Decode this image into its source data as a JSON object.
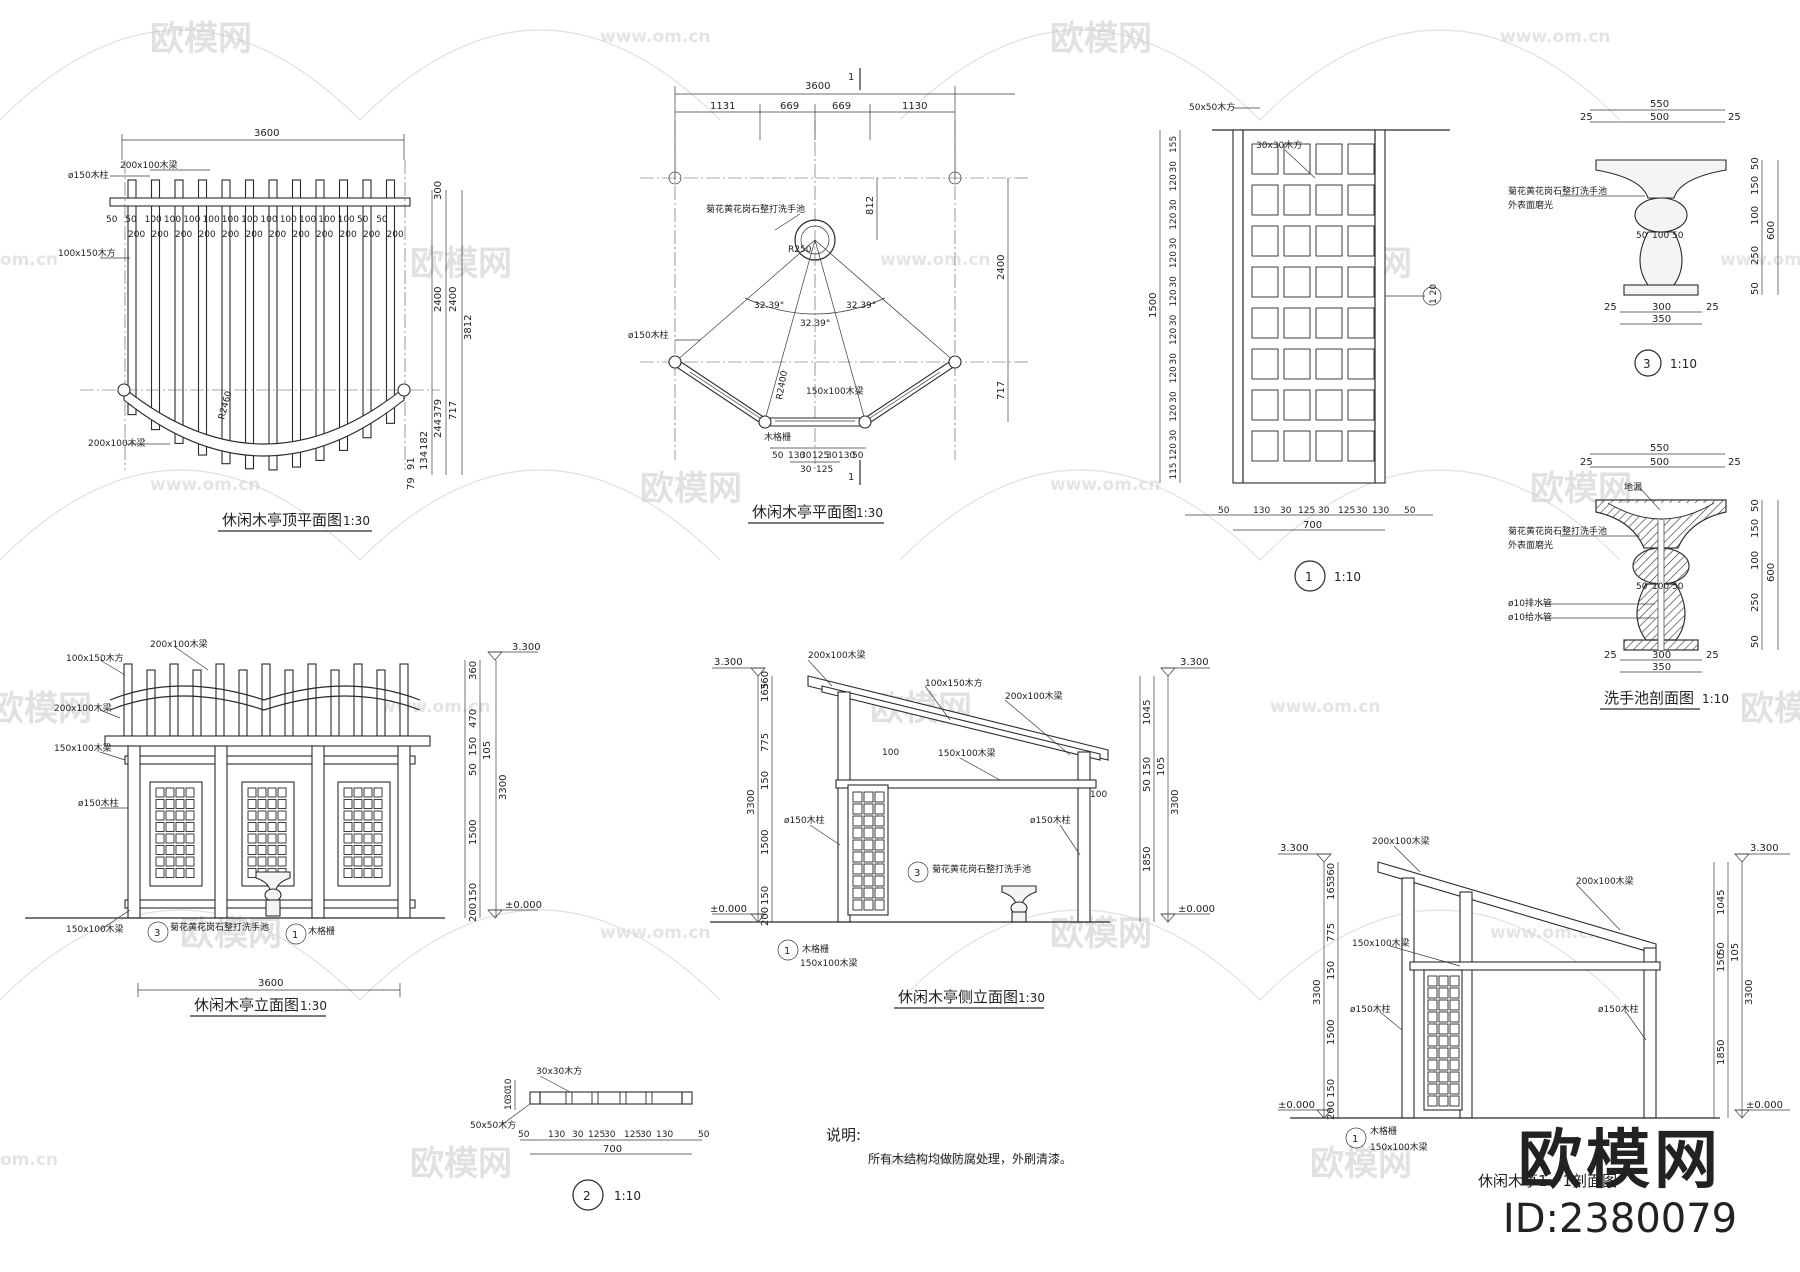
{
  "watermark": {
    "brand": "欧模网",
    "url": "www.om.cn",
    "url_partial": "om.cn"
  },
  "brand_block": {
    "logo": "欧模网",
    "id": "ID:2380079"
  },
  "top_plan": {
    "title": "休闲木亭顶平面图",
    "scale": "1:30",
    "overall": "3600",
    "top_row": [
      "50",
      "50",
      "100",
      "100",
      "100",
      "100",
      "100",
      "100",
      "100",
      "100",
      "100",
      "100",
      "100",
      "50",
      "50"
    ],
    "bottom_row": [
      "200",
      "200",
      "200",
      "200",
      "200",
      "200",
      "200",
      "200",
      "200",
      "200",
      "200",
      "200"
    ],
    "right_dims": [
      "300",
      "2400",
      "2400",
      "3812",
      "379",
      "717",
      "182",
      "244",
      "134",
      "91",
      "79"
    ],
    "labels": {
      "column": "ø150木柱",
      "beam_top": "200x100木梁",
      "purlin": "100x150木方",
      "beam_bot": "200x100木梁",
      "radius": "R2460"
    }
  },
  "floor_plan": {
    "title": "休闲木亭平面图",
    "scale": "1:30",
    "overall": "3600",
    "top_row": [
      "1131",
      "669",
      "669",
      "1130"
    ],
    "right_dims": [
      "2400",
      "717"
    ],
    "vert_812": "812",
    "angles": [
      "32.39°",
      "32.39°",
      "32.39°"
    ],
    "bottom_row": [
      "50",
      "130",
      "30",
      "125",
      "30",
      "130",
      "50"
    ],
    "bottom_row2": [
      "30",
      "125"
    ],
    "section_mark": "1",
    "labels": {
      "basin": "菊花黄花岗石整打洗手池",
      "column": "ø150木柱",
      "radius1": "R250",
      "radius2": "R2400",
      "beam": "150x100木梁",
      "seat": "木格栅"
    }
  },
  "detail1": {
    "scale_mark": "1",
    "scale": "1:10",
    "left_dims": [
      "155",
      "30",
      "120",
      "30",
      "120",
      "30",
      "120",
      "30",
      "120",
      "30",
      "120",
      "30",
      "120",
      "30",
      "120",
      "30",
      "120",
      "115"
    ],
    "total": "1500",
    "bottom_row": [
      "50",
      "130",
      "30",
      "125",
      "30",
      "125",
      "30",
      "130",
      "50"
    ],
    "overall": "700",
    "labels": {
      "frame": "50x50木方",
      "bars": "30x30木方"
    },
    "callout_ref": "1 20"
  },
  "detail3": {
    "mark": "3",
    "scale": "1:10",
    "top_dims": [
      "550",
      "500",
      "25",
      "25"
    ],
    "right_dims": [
      "50",
      "150",
      "100",
      "250",
      "50",
      "600"
    ],
    "mid_dims": [
      "50",
      "100",
      "50"
    ],
    "bottom_dims": [
      "25",
      "300",
      "25",
      "350"
    ],
    "labels": {
      "basin": "菊花黄花岗石整打洗手池",
      "finish": "外表面磨光"
    }
  },
  "basin_section": {
    "title": "洗手池剖面图",
    "scale": "1:10",
    "top_dims": [
      "550",
      "500",
      "25",
      "25"
    ],
    "right_dims": [
      "50",
      "150",
      "100",
      "250",
      "50",
      "600"
    ],
    "mid_dims": [
      "50",
      "100",
      "50"
    ],
    "bottom_dims": [
      "25",
      "300",
      "25",
      "350"
    ],
    "labels": {
      "drain": "地漏",
      "basin": "菊花黄花岗石整打洗手池",
      "finish": "外表面磨光",
      "pipe1": "ø10排水管",
      "pipe2": "ø10给水管"
    }
  },
  "front_elev": {
    "title": "休闲木亭立面图",
    "scale": "1:30",
    "overall": "3600",
    "elev_top": "3.300",
    "elev_zero": "±0.000",
    "right_dims": [
      "360",
      "470",
      "150",
      "50",
      "105",
      "1500",
      "3300",
      "150",
      "200"
    ],
    "labels": {
      "purlin": "100x150木方",
      "beam1": "200x100木梁",
      "beam2": "200x100木梁",
      "beam3": "150x100木梁",
      "column": "ø150木柱",
      "sill": "150x100木梁",
      "basin_note": "菊花黄花岗石整打洗手池",
      "seat": "木格栅"
    },
    "callouts": [
      "3",
      "1"
    ]
  },
  "side_elev": {
    "title": "休闲木亭侧立面图",
    "scale": "1:30",
    "elev_top": "3.300",
    "elev_zero": "±0.000",
    "left_dims": [
      "165",
      "360",
      "775",
      "150",
      "1500",
      "150",
      "200",
      "3300"
    ],
    "right_dims": [
      "1045",
      "150",
      "50",
      "105",
      "1850",
      "3300"
    ],
    "small_dims": [
      "100",
      "100"
    ],
    "labels": {
      "beam1": "200x100木梁",
      "purlin": "100x150木方",
      "beam2": "200x100木梁",
      "beam3": "150x100木梁",
      "column_l": "ø150木柱",
      "column_r": "ø150木柱",
      "basin_note": "菊花黄花岗石整打洗手池",
      "seat": "木格栅",
      "sill": "150x100木梁"
    },
    "callouts": [
      "3",
      "1"
    ]
  },
  "section_elev": {
    "title": "休闲木亭1－1剖面图",
    "elev_top": "3.300",
    "elev_zero": "±0.000",
    "left_dims": [
      "360",
      "165",
      "775",
      "150",
      "1500",
      "150",
      "200",
      "3300"
    ],
    "right_dims": [
      "1045",
      "50",
      "150",
      "105",
      "1850",
      "3300"
    ],
    "labels": {
      "beam1": "200x100木梁",
      "beam2": "200x100木梁",
      "beam3": "150x100木梁",
      "column_l": "ø150木柱",
      "column_r": "ø150木柱",
      "seat": "木格栅",
      "sill": "150x100木梁"
    },
    "callouts": [
      "1"
    ]
  },
  "detail2": {
    "mark": "2",
    "scale": "1:10",
    "bottom_row": [
      "50",
      "130",
      "30",
      "125",
      "30",
      "125",
      "30",
      "130",
      "50"
    ],
    "overall": "700",
    "left_dims": [
      "10",
      "30",
      "10"
    ],
    "labels": {
      "bars": "30x30木方",
      "frame": "50x50木方"
    }
  },
  "notes": {
    "heading": "说明:",
    "text": "所有木结构均做防腐处理，外刷清漆。"
  }
}
